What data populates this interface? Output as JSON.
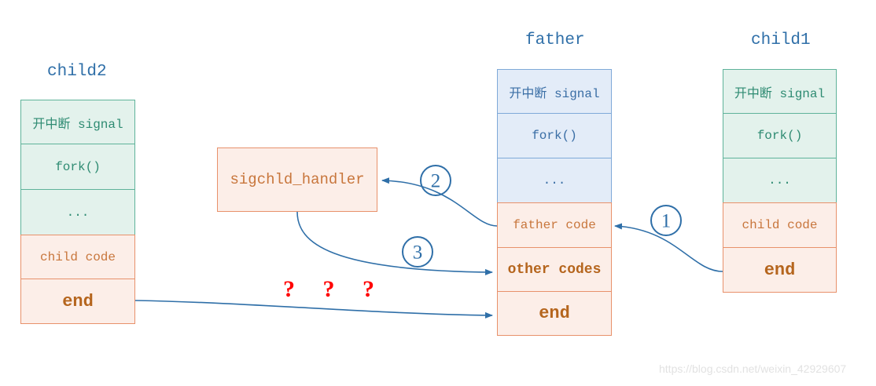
{
  "diagram": {
    "title_watermark": "https://blog.csdn.net/weixin_42929607",
    "colors": {
      "green_fill": "#e3f2ec",
      "green_border": "#5fb39a",
      "green_text": "#2e8b72",
      "blue_fill": "#e3ecf8",
      "blue_border": "#7fa9d8",
      "blue_text": "#3a6ea5",
      "pink_fill": "#fceee8",
      "pink_border": "#e8916b",
      "pink_text": "#c8763c",
      "arrow": "#2f6fa8",
      "question_red": "#ff0000"
    }
  },
  "columns": {
    "child2": {
      "title": "child2",
      "rows": [
        {
          "label": "开中断 signal",
          "style": "green"
        },
        {
          "label": "fork()",
          "style": "green"
        },
        {
          "label": "...",
          "style": "green"
        },
        {
          "label": "child code",
          "style": "pink"
        },
        {
          "label": "end",
          "style": "pink-big"
        }
      ]
    },
    "father": {
      "title": "father",
      "rows": [
        {
          "label": "开中断 signal",
          "style": "blue"
        },
        {
          "label": "fork()",
          "style": "blue"
        },
        {
          "label": "...",
          "style": "blue"
        },
        {
          "label": "father code",
          "style": "pink"
        },
        {
          "label": "other codes",
          "style": "pink-bold"
        },
        {
          "label": "end",
          "style": "pink-big"
        }
      ]
    },
    "child1": {
      "title": "child1",
      "rows": [
        {
          "label": "开中断 signal",
          "style": "green"
        },
        {
          "label": "fork()",
          "style": "green"
        },
        {
          "label": "...",
          "style": "green"
        },
        {
          "label": "child code",
          "style": "pink"
        },
        {
          "label": "end",
          "style": "pink-big"
        }
      ]
    }
  },
  "handler_box": {
    "label": "sigchld_handler"
  },
  "steps": [
    {
      "id": "1",
      "label": "①",
      "num": "1"
    },
    {
      "id": "2",
      "label": "②",
      "num": "2"
    },
    {
      "id": "3",
      "label": "③",
      "num": "3"
    }
  ],
  "annotations": {
    "question_marks": "? ? ?"
  }
}
